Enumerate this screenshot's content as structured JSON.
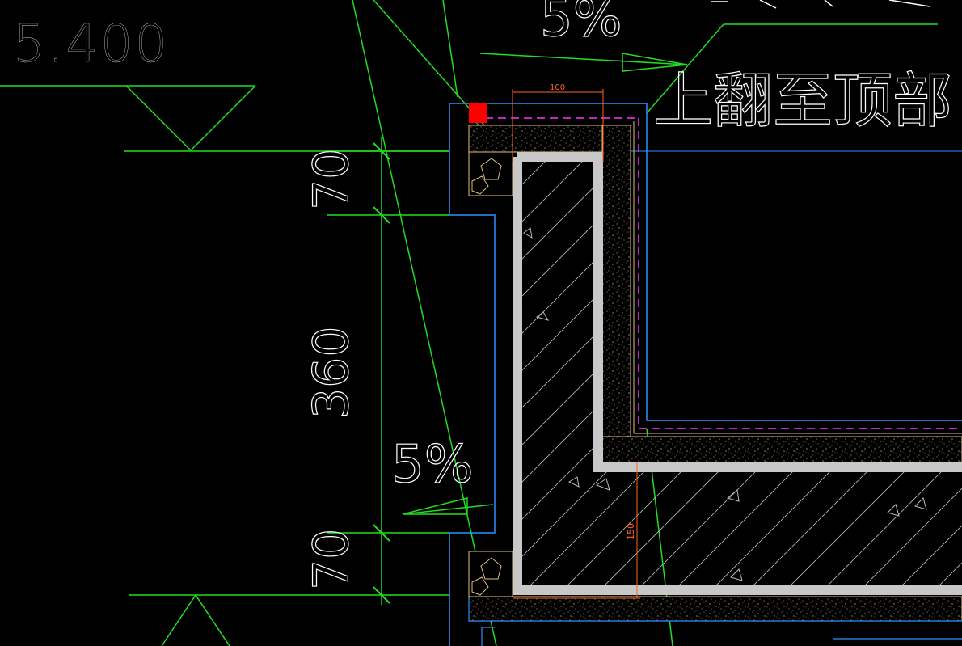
{
  "drawing": {
    "background": "#000000",
    "colors": {
      "dimension": "#22dd22",
      "text": "#ffffff",
      "outline": "#2f8fff",
      "concrete": "#c8c8c8",
      "mortar": "#e0c080",
      "membrane": "#ff33ff",
      "small_dim": "#ff6622",
      "marker": "#ff0000"
    },
    "elevation_label": "5.400",
    "top_slope_label": "5%",
    "mid_slope_label": "5%",
    "note_label": "上翻至顶部",
    "dimensions": {
      "top_height": "70",
      "mid_height": "360",
      "bottom_height": "70",
      "width_small": "100",
      "height_small": "150"
    }
  }
}
